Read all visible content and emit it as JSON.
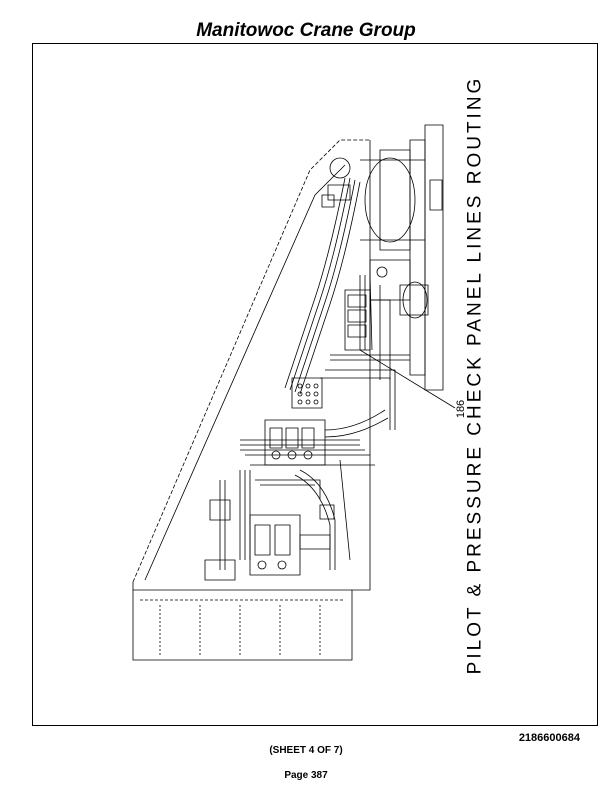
{
  "header": {
    "title": "Manitowoc Crane Group"
  },
  "drawing": {
    "title": "PILOT & PRESSURE CHECK PANEL LINES ROUTING",
    "callout": "186"
  },
  "footer": {
    "document_number": "2186600684",
    "sheet": "(SHEET 4 OF 7)",
    "page": "Page 387"
  }
}
